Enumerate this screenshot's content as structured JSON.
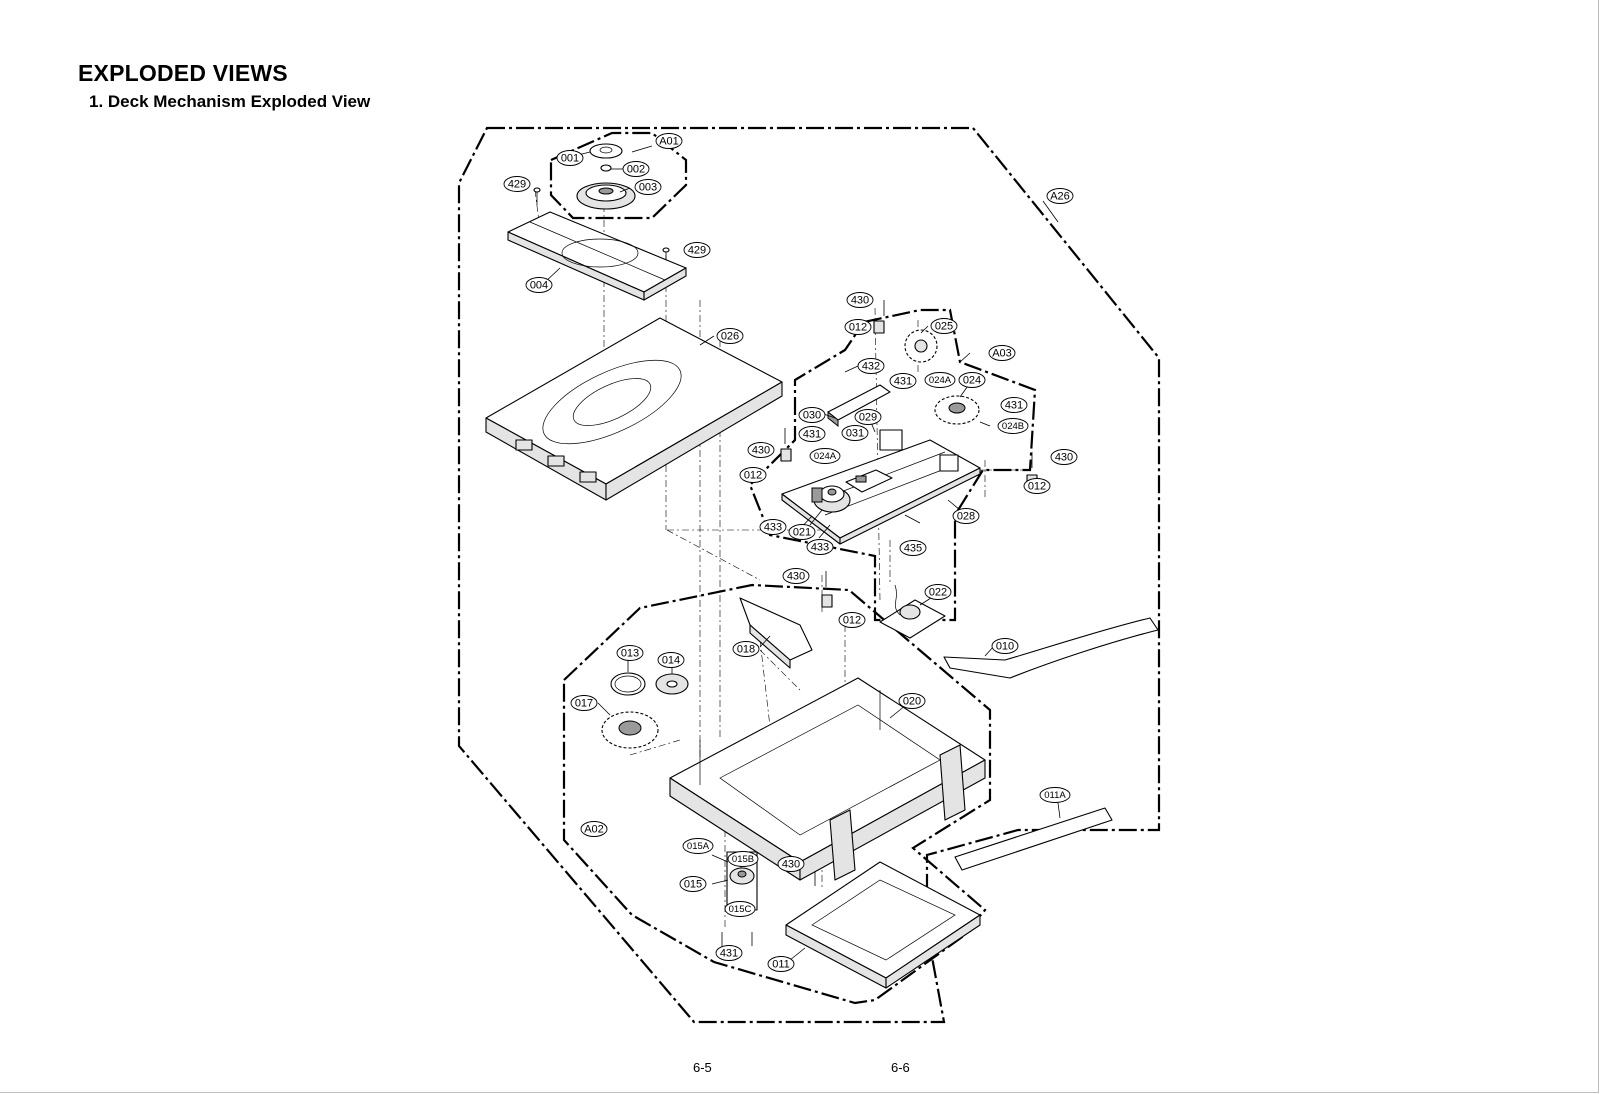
{
  "header": {
    "title": "EXPLODED VIEWS",
    "subtitle": "1. Deck Mechanism Exploded View"
  },
  "footer": {
    "left_page": "6-5",
    "right_page": "6-6"
  },
  "callouts": [
    "A01",
    "001",
    "002",
    "003",
    "429",
    "429",
    "004",
    "026",
    "A26",
    "430",
    "012",
    "025",
    "A03",
    "432",
    "431",
    "024A",
    "024",
    "431",
    "024B",
    "030",
    "029",
    "031",
    "431",
    "024A",
    "430",
    "012",
    "430",
    "012",
    "433",
    "021",
    "433",
    "435",
    "028",
    "430",
    "012",
    "022",
    "010",
    "018",
    "013",
    "014",
    "017",
    "020",
    "011A",
    "A02",
    "015A",
    "015B",
    "430",
    "015",
    "015C",
    "431",
    "011"
  ]
}
